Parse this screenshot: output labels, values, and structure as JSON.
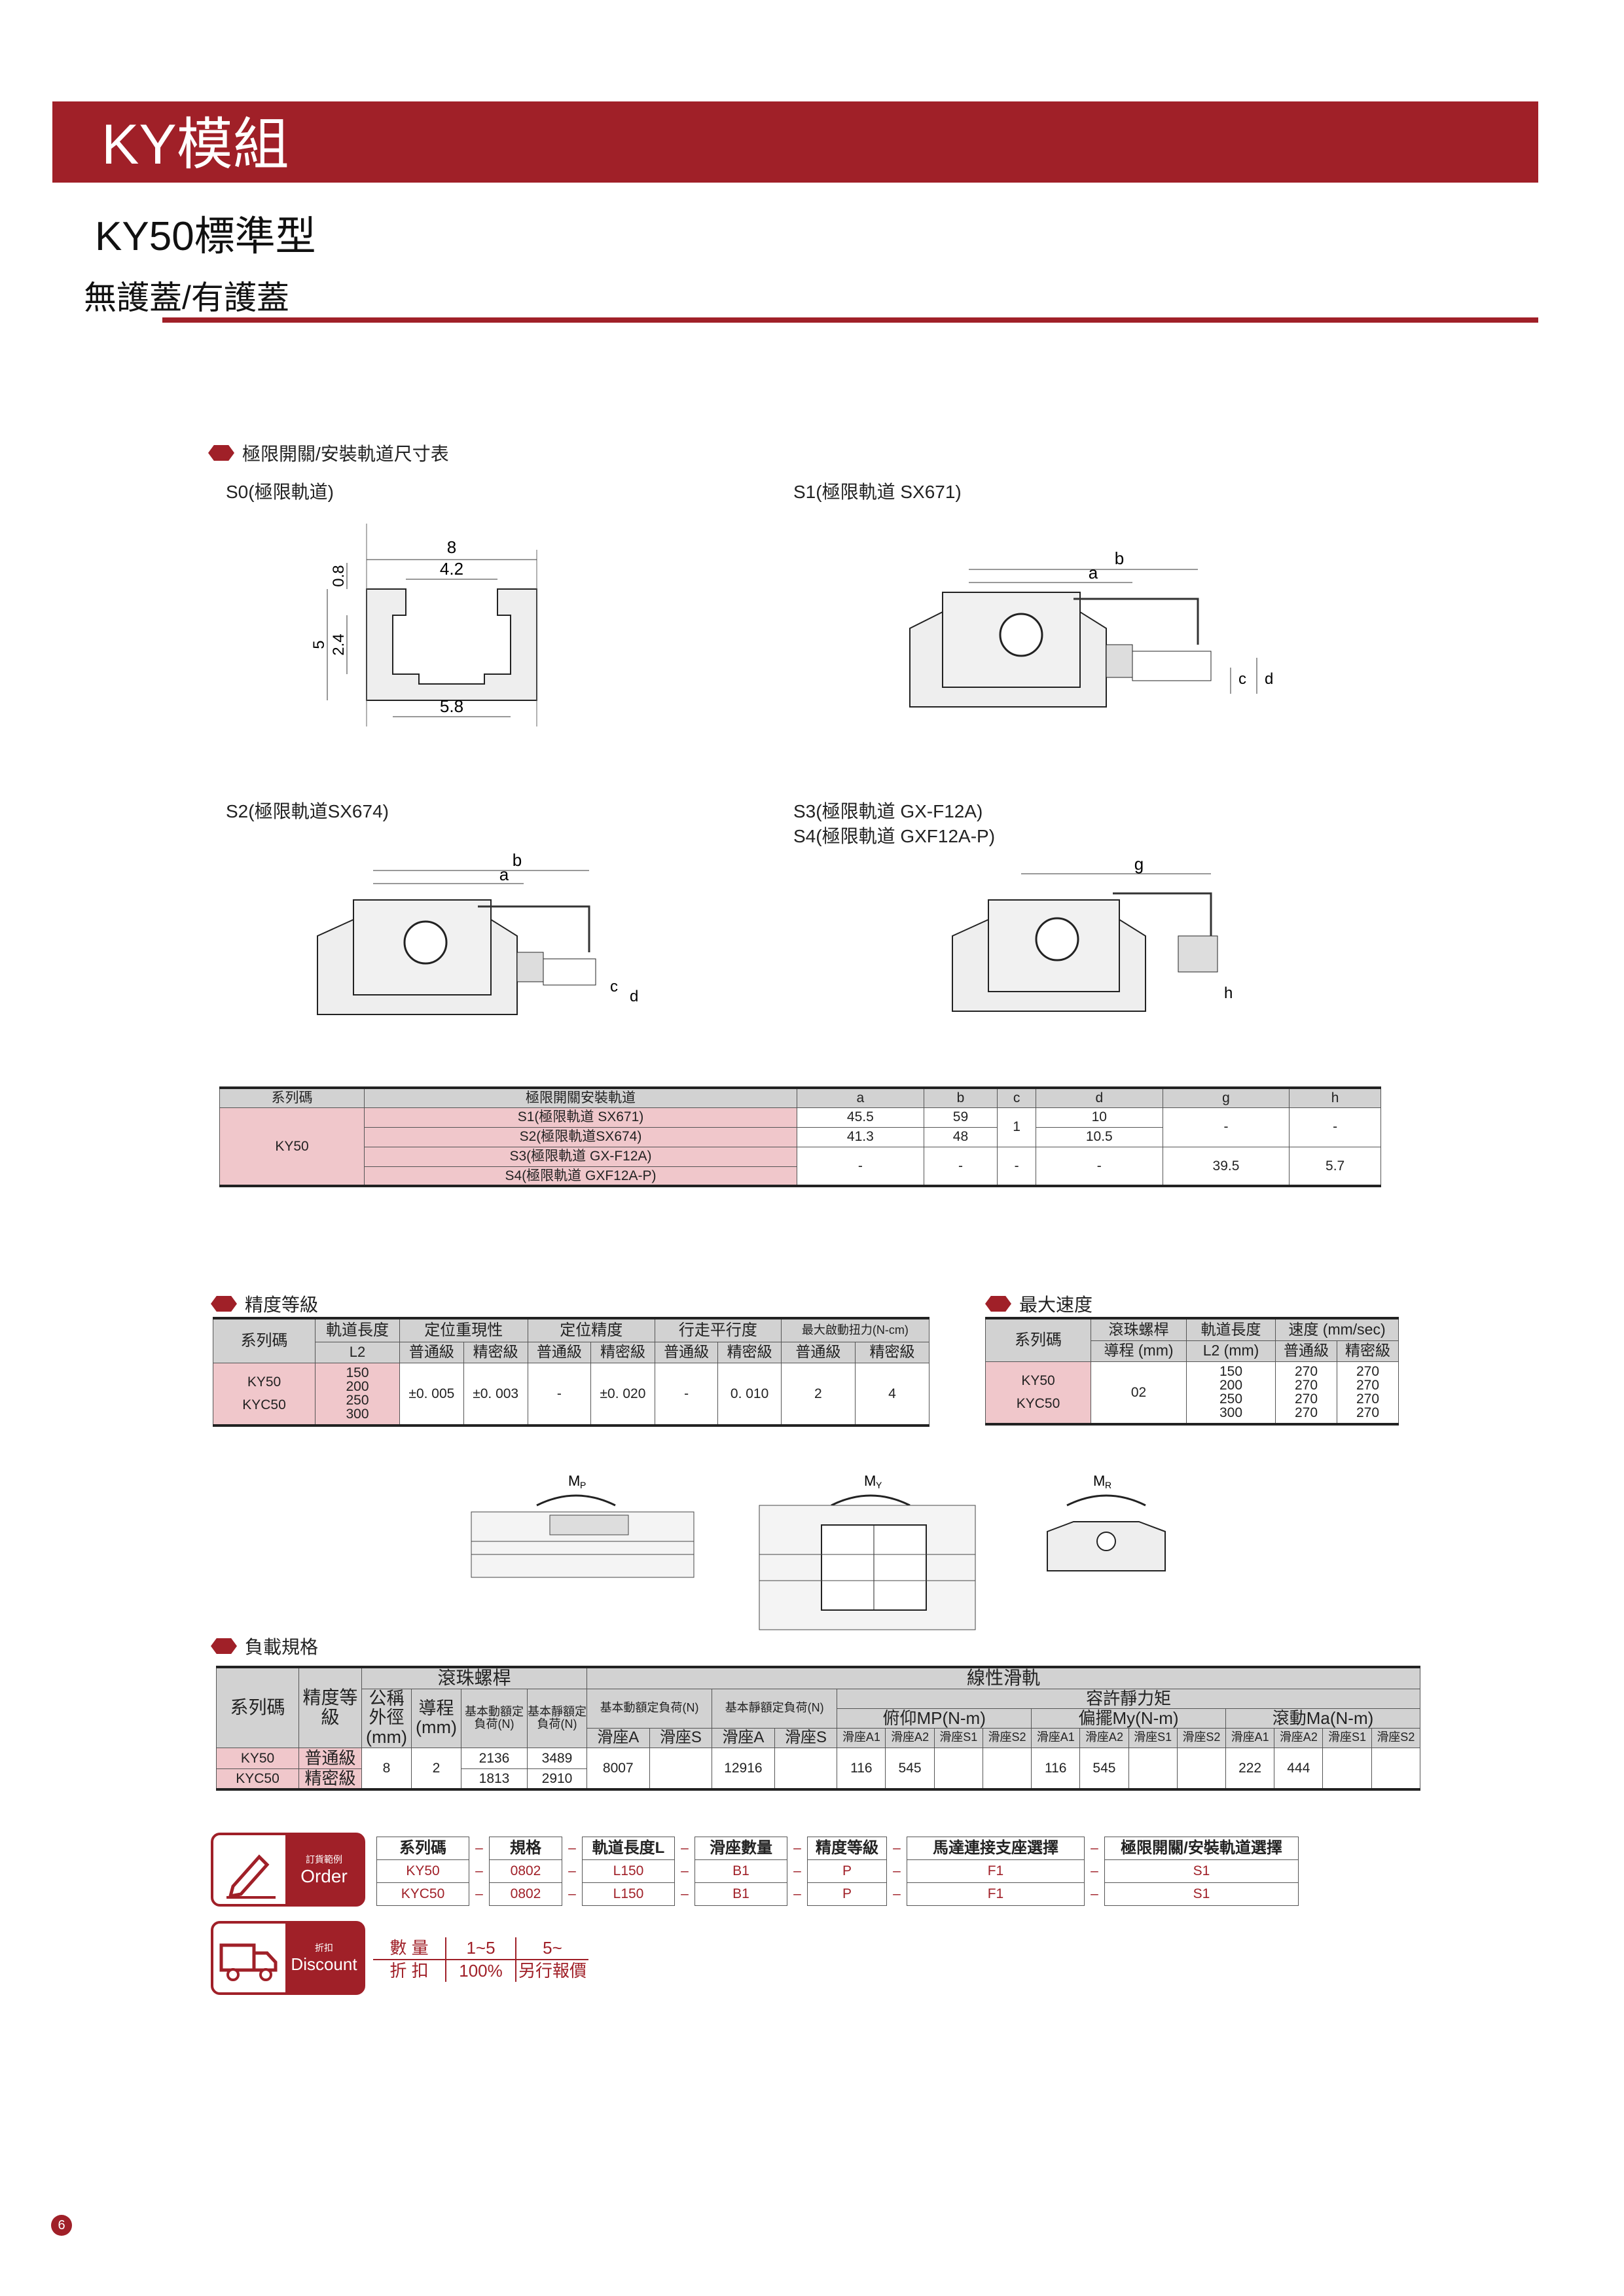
{
  "header": {
    "title": "KY模組",
    "model": "KY50標準型",
    "variant": "無護蓋/有護蓋"
  },
  "section_rail": {
    "title": "極限開關/安裝軌道尺寸表",
    "s0": "S0(極限軌道)",
    "s1": "S1(極限軌道 SX671)",
    "s2": "S2(極限軌道SX674)",
    "s3": "S3(極限軌道 GX-F12A)",
    "s4": "S4(極限軌道 GXF12A-P)",
    "dims": {
      "d8": "8",
      "d42": "4.2",
      "d08": "0.8",
      "d24": "2.4",
      "d5": "5",
      "d58": "5.8",
      "a": "a",
      "b": "b",
      "c": "c",
      "d": "d",
      "g": "g",
      "h": "h"
    }
  },
  "rail_table": {
    "headers": [
      "系列碼",
      "極限開關安裝軌道",
      "a",
      "b",
      "c",
      "d",
      "g",
      "h"
    ],
    "series": "KY50",
    "rows": [
      {
        "rail": "S1(極限軌道 SX671)",
        "a": "45.5",
        "b": "59",
        "d": "10"
      },
      {
        "rail": "S2(極限軌道SX674)",
        "a": "41.3",
        "b": "48",
        "d": "10.5"
      },
      {
        "rail": "S3(極限軌道 GX-F12A)"
      },
      {
        "rail": "S4(極限軌道 GXF12A-P)"
      }
    ],
    "c12": "1",
    "gh12": "-",
    "gh12b": "-",
    "dash": "-",
    "g34": "39.5",
    "h34": "5.7"
  },
  "accuracy": {
    "title": "精度等級",
    "h_series": "系列碼",
    "h_len": "軌道長度",
    "h_len2": "L2",
    "groups": [
      "定位重現性",
      "定位精度",
      "行走平行度",
      "最大啟動扭力(N-cm)"
    ],
    "grades": [
      "普通級",
      "精密級",
      "普通級",
      "精密級",
      "普通級",
      "精密級",
      "普通級",
      "精密級"
    ],
    "series": [
      "KY50",
      "KYC50"
    ],
    "lengths": [
      "150",
      "200",
      "250",
      "300"
    ],
    "values": [
      "±0. 005",
      "±0. 003",
      "-",
      "±0. 020",
      "-",
      "0. 010",
      "2",
      "4"
    ]
  },
  "speed": {
    "title": "最大速度",
    "h_series": "系列碼",
    "h_lead": "滾珠螺桿",
    "h_lead2": "導程 (mm)",
    "h_len": "軌道長度",
    "h_len2": "L2 (mm)",
    "h_speed": "速度 (mm/sec)",
    "grades": [
      "普通級",
      "精密級"
    ],
    "series": [
      "KY50",
      "KYC50"
    ],
    "lead": "02",
    "lengths": [
      "150",
      "200",
      "250",
      "300"
    ],
    "normal": [
      "270",
      "270",
      "270",
      "270"
    ],
    "precise": [
      "270",
      "270",
      "270",
      "270"
    ]
  },
  "moments": {
    "mp": "M",
    "mp_sub": "P",
    "my": "M",
    "my_sub": "Y",
    "mr": "M",
    "mr_sub": "R"
  },
  "load": {
    "title": "負載規格",
    "h_series": "系列碼",
    "h_grade": "精度等級",
    "h_ball": "滾珠螺桿",
    "h_rail": "線性滑軌",
    "h_dia": "公稱外徑(mm)",
    "h_lead": "導程(mm)",
    "h_dyn": "基本動額定負荷(N)",
    "h_sta": "基本靜額定負荷(N)",
    "h_rdyn": "基本動額定負荷(N)",
    "h_rsta": "基本靜額定負荷(N)",
    "h_moment": "容許靜力矩",
    "h_pitch": "俯仰MP(N-m)",
    "h_yaw": "偏擺My(N-m)",
    "h_roll": "滾動Ma(N-m)",
    "sub_rdyn": [
      "滑座A",
      "滑座S"
    ],
    "sub_rsta": [
      "滑座A",
      "滑座S"
    ],
    "sub_m": [
      "滑座A1",
      "滑座A2",
      "滑座S1",
      "滑座S2"
    ],
    "rows": [
      {
        "series": "KY50",
        "grade": "普通級",
        "dyn": "2136",
        "sta": "3489"
      },
      {
        "series": "KYC50",
        "grade": "精密級",
        "dyn": "1813",
        "sta": "2910"
      }
    ],
    "dia": "8",
    "lead": "2",
    "rdynA": "8007",
    "rstaA": "12916",
    "pA1": "116",
    "pA2": "545",
    "yA1": "116",
    "yA2": "545",
    "rA1": "222",
    "rA2": "444"
  },
  "order": {
    "icon_cn": "訂貨範例",
    "icon_en": "Order",
    "headers": [
      "系列碼",
      "規格",
      "軌道長度L",
      "滑座數量",
      "精度等級",
      "馬達連接支座選擇",
      "極限開關/安裝軌道選擇"
    ],
    "rows": [
      [
        "KY50",
        "0802",
        "L150",
        "B1",
        "P",
        "F1",
        "S1"
      ],
      [
        "KYC50",
        "0802",
        "L150",
        "B1",
        "P",
        "F1",
        "S1"
      ]
    ],
    "dash": "–"
  },
  "discount": {
    "icon_cn": "折扣",
    "icon_en": "Discount",
    "qty_label": "數 量",
    "disc_label": "折 扣",
    "q1": "1~5",
    "q2": "5~",
    "d1": "100%",
    "d2": "另行報價"
  },
  "page_number": "6",
  "colors": {
    "brand": "#a02028",
    "pink": "#f0c7cb",
    "gray": "#d2d2d2"
  }
}
